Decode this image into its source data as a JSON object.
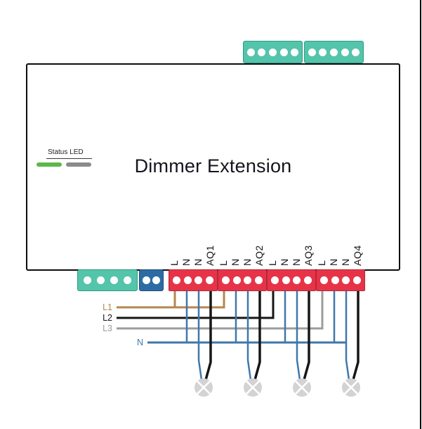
{
  "page": {
    "description": "Dimmer Extension wiring diagram",
    "background": "#ffffff",
    "edge_color": "#000000"
  },
  "device": {
    "title": "Dimmer Extension",
    "border_color": "#0d0d0d",
    "status_led": {
      "label": "Status LED",
      "on_color": "#5cb947",
      "off_color": "#8b8b8b"
    }
  },
  "connectors": {
    "colors": {
      "teal_fill": "#54c4ab",
      "teal_border": "#2f9c85",
      "blue_fill": "#2d6ca3",
      "blue_border": "#1f4f7a",
      "red_fill": "#e73348",
      "red_border": "#b2293a",
      "pin_color": "#ffffff"
    },
    "top_blocks": [
      {
        "pins": 5
      },
      {
        "pins": 5
      }
    ],
    "bottom_left_blocks": [
      {
        "type": "teal",
        "pins": 4
      },
      {
        "type": "blue",
        "pins": 2
      }
    ],
    "output_blocks": [
      {
        "terminals": [
          "L",
          "N",
          "N",
          "AQ1"
        ]
      },
      {
        "terminals": [
          "L",
          "N",
          "N",
          "AQ2"
        ]
      },
      {
        "terminals": [
          "L",
          "N",
          "N",
          "AQ3"
        ]
      },
      {
        "terminals": [
          "L",
          "N",
          "N",
          "AQ4"
        ]
      }
    ]
  },
  "wires": {
    "phase_l1": {
      "label": "L1",
      "color": "#b3874f"
    },
    "phase_l2": {
      "label": "L2",
      "color": "#161616"
    },
    "phase_l3": {
      "label": "L3",
      "color": "#9c9c9c"
    },
    "neutral": {
      "label": "N",
      "color": "#4077ad"
    },
    "output_color": "#161616"
  },
  "lamps": {
    "count": 4,
    "fill": "#d3d3d3",
    "cross_color": "#ffffff"
  }
}
